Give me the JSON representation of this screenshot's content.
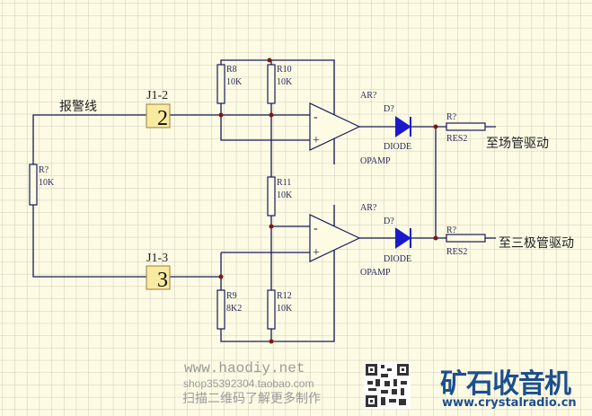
{
  "colors": {
    "background": "#fdfbe4",
    "grid": "#cfcdb8",
    "wire": "#1a1a5a",
    "junction": "#7a1a10",
    "diode": "#1a1acc",
    "connector": "#f8eaa0",
    "logo": "#1b4f8f"
  },
  "labels": {
    "alarm_line": "报警线",
    "j1_2": "J1-2",
    "j1_2_pin": "2",
    "j1_3": "J1-3",
    "j1_3_pin": "3",
    "r_left_ref": "R?",
    "r_left_val": "10K",
    "r8_ref": "R8",
    "r8_val": "10K",
    "r10_ref": "R10",
    "r10_val": "10K",
    "r11_ref": "R11",
    "r11_val": "10K",
    "r9_ref": "R9",
    "r9_val": "8K2",
    "r12_ref": "R12",
    "r12_val": "10K",
    "ar1": "AR?",
    "opamp1": "OPAMP",
    "ar2": "AR?",
    "opamp2": "OPAMP",
    "d1_ref": "D?",
    "d1_val": "DIODE",
    "d2_ref": "D?",
    "d2_val": "DIODE",
    "rout1_ref": "R?",
    "rout1_val": "RES2",
    "rout2_ref": "R?",
    "rout2_val": "RES2",
    "out1": "至场管驱动",
    "out2": "至三极管驱动",
    "minus": "-",
    "plus": "+"
  },
  "watermark": {
    "site": "www.haodiy.net",
    "shop": "shop35392304.taobao.com",
    "scan": "扫描二维码了解更多制作"
  },
  "logo": {
    "title": "矿石收音机",
    "url": "www.crystalradio.cn"
  }
}
